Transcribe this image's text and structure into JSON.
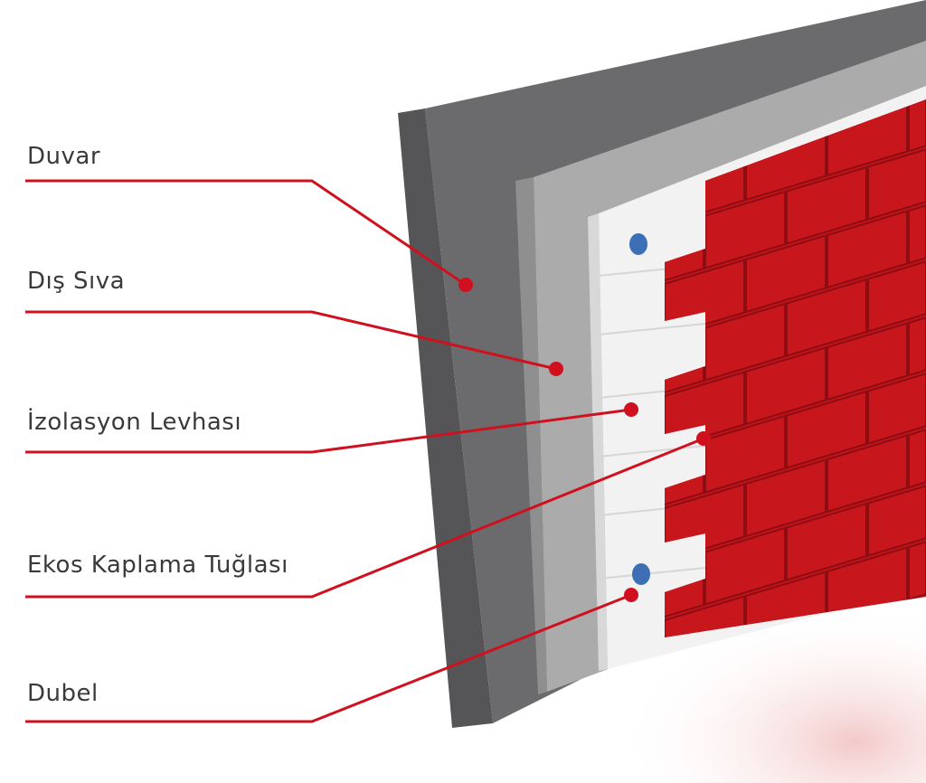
{
  "labels": [
    {
      "id": "duvar",
      "text": "Duvar"
    },
    {
      "id": "dis-siva",
      "text": "Dış Sıva"
    },
    {
      "id": "izolasyon",
      "text": "İzolasyon Levhası"
    },
    {
      "id": "ekos",
      "text": "Ekos Kaplama Tuğlası"
    },
    {
      "id": "dubel",
      "text": "Dubel"
    }
  ],
  "colors": {
    "leader": "#d0101e",
    "wall": "#6b6b6d",
    "plaster": "#a9a9a9",
    "insulation": "#f1f1f1",
    "brick": "#c4141b",
    "dowel": "#3d6fb6"
  }
}
